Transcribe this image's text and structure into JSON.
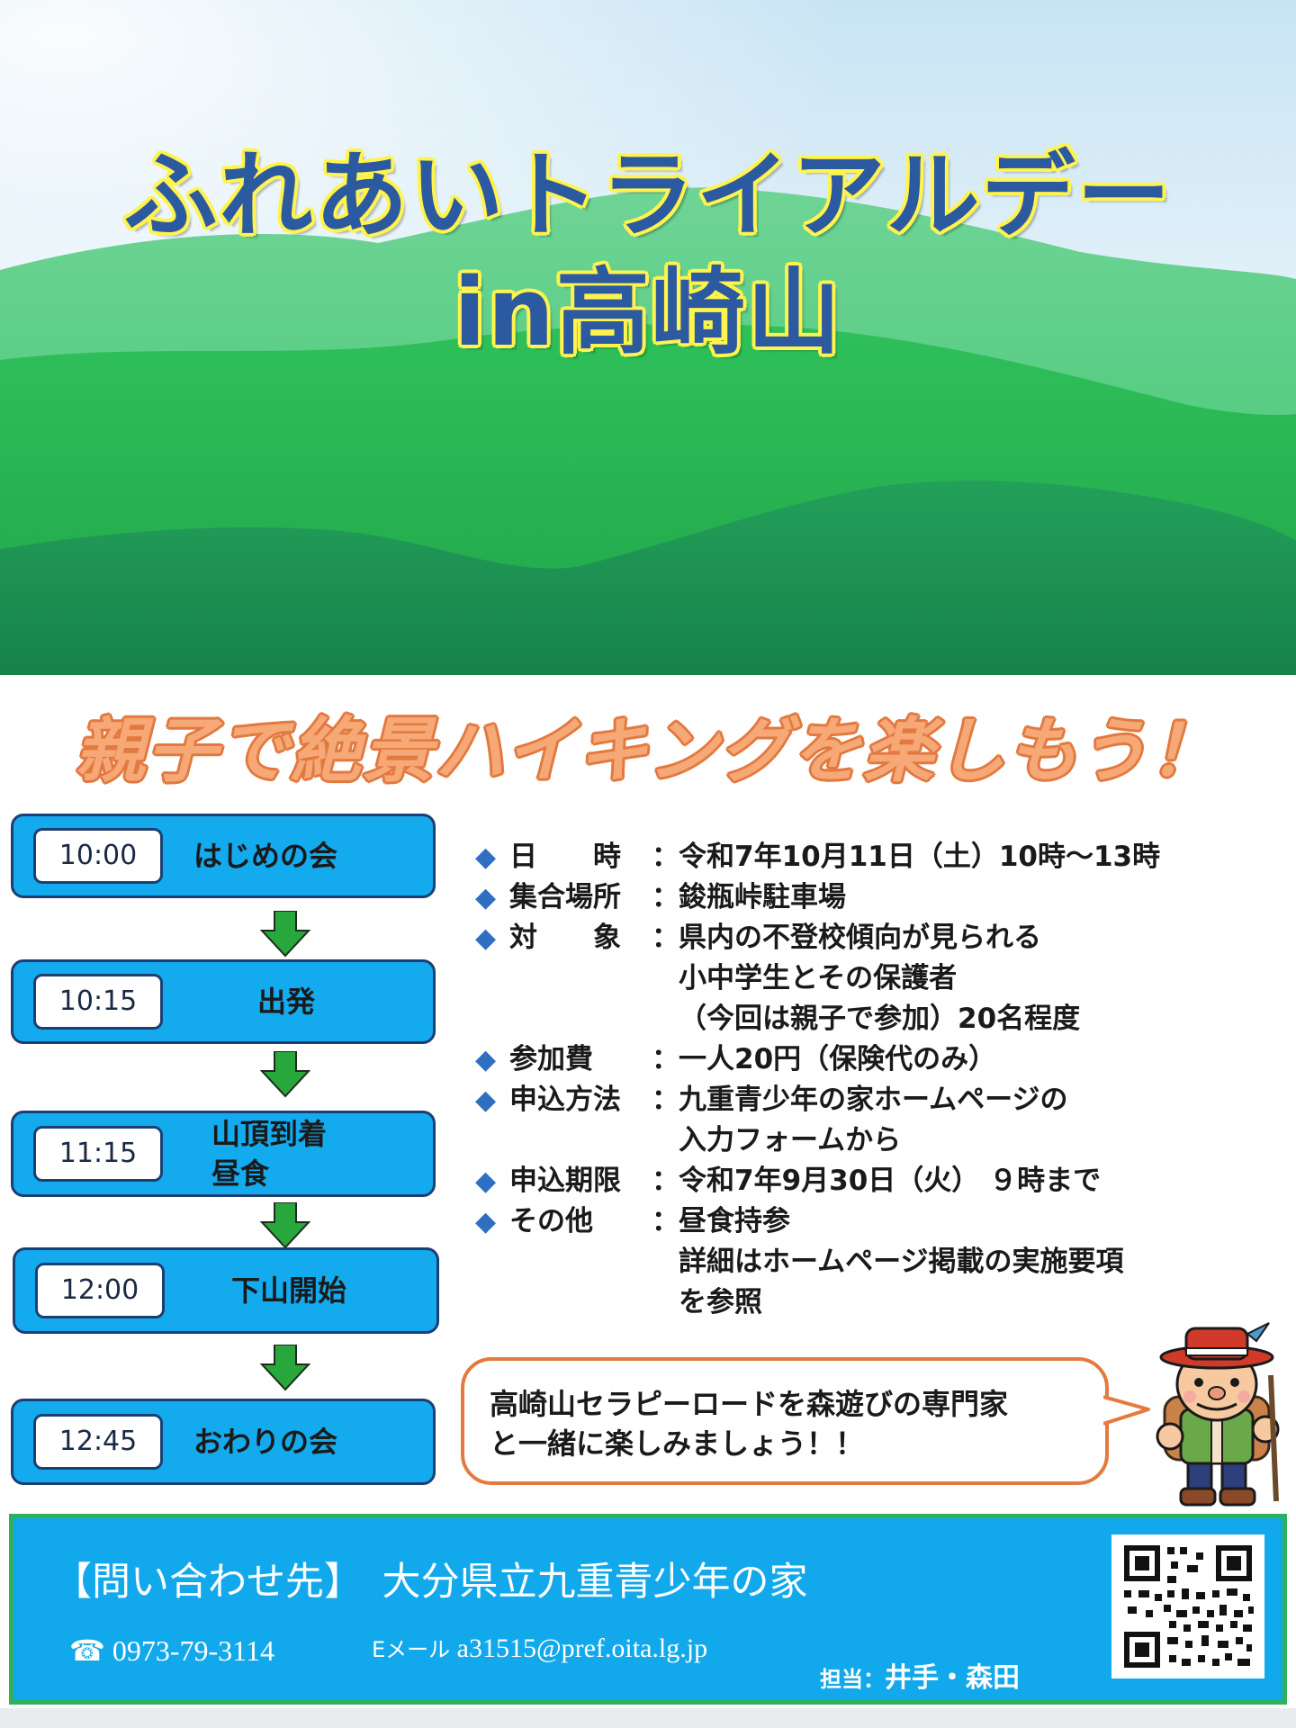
{
  "hero": {
    "title_line1": "ふれあいトライアルデー",
    "title_line2": "in高崎山"
  },
  "subtitle": "親子で絶景ハイキングを楽しもう！",
  "schedule": [
    {
      "time": "10:00",
      "label_lines": [
        "はじめの会"
      ]
    },
    {
      "time": "10:15",
      "label_lines": [
        "出発"
      ]
    },
    {
      "time": "11:15",
      "label_lines": [
        "山頂到着",
        "昼食"
      ]
    },
    {
      "time": "12:00",
      "label_lines": [
        "下山開始"
      ]
    },
    {
      "time": "12:45",
      "label_lines": [
        "おわりの会"
      ]
    }
  ],
  "details": [
    {
      "key": "日　　時",
      "value": "令和7年10月11日（土）10時～13時"
    },
    {
      "key": "集合場所",
      "value": "鋑瓶峠駐車場"
    },
    {
      "key": "対　　象",
      "value": "県内の不登校傾向が見られる"
    },
    {
      "key": "",
      "value": "小中学生とその保護者"
    },
    {
      "key": "",
      "value": "（今回は親子で参加）20名程度"
    },
    {
      "key": "参加費",
      "value": "一人20円（保険代のみ）"
    },
    {
      "key": "申込方法",
      "value": "九重青少年の家ホームページの"
    },
    {
      "key": "",
      "value": "入力フォームから"
    },
    {
      "key": "申込期限",
      "value": "令和7年9月30日（火） ９時まで"
    },
    {
      "key": "その他",
      "value": "昼食持参"
    },
    {
      "key": "",
      "value": "詳細はホームページ掲載の実施要項"
    },
    {
      "key": "",
      "value": "を参照"
    }
  ],
  "bubble": {
    "line1": "高崎山セラピーロードを森遊びの専門家",
    "line2": "と一緒に楽しみましょう！！"
  },
  "footer": {
    "contact_title": "【問い合わせ先】　大分県立九重青少年の家",
    "phone": "☎ 0973-79-3114",
    "email_label": "Eメール",
    "email": "a31515@pref.oita.lg.jp",
    "staff_label": "担当：",
    "staff": "井手・森田"
  },
  "colors": {
    "title_blue": "#2c5aa0",
    "title_outline": "#fff34d",
    "subtitle_orange": "#f6a877",
    "step_blue": "#14aaee",
    "arrow_green": "#28a83c",
    "footer_blue": "#12a9ec",
    "footer_border": "#2fb15b"
  }
}
